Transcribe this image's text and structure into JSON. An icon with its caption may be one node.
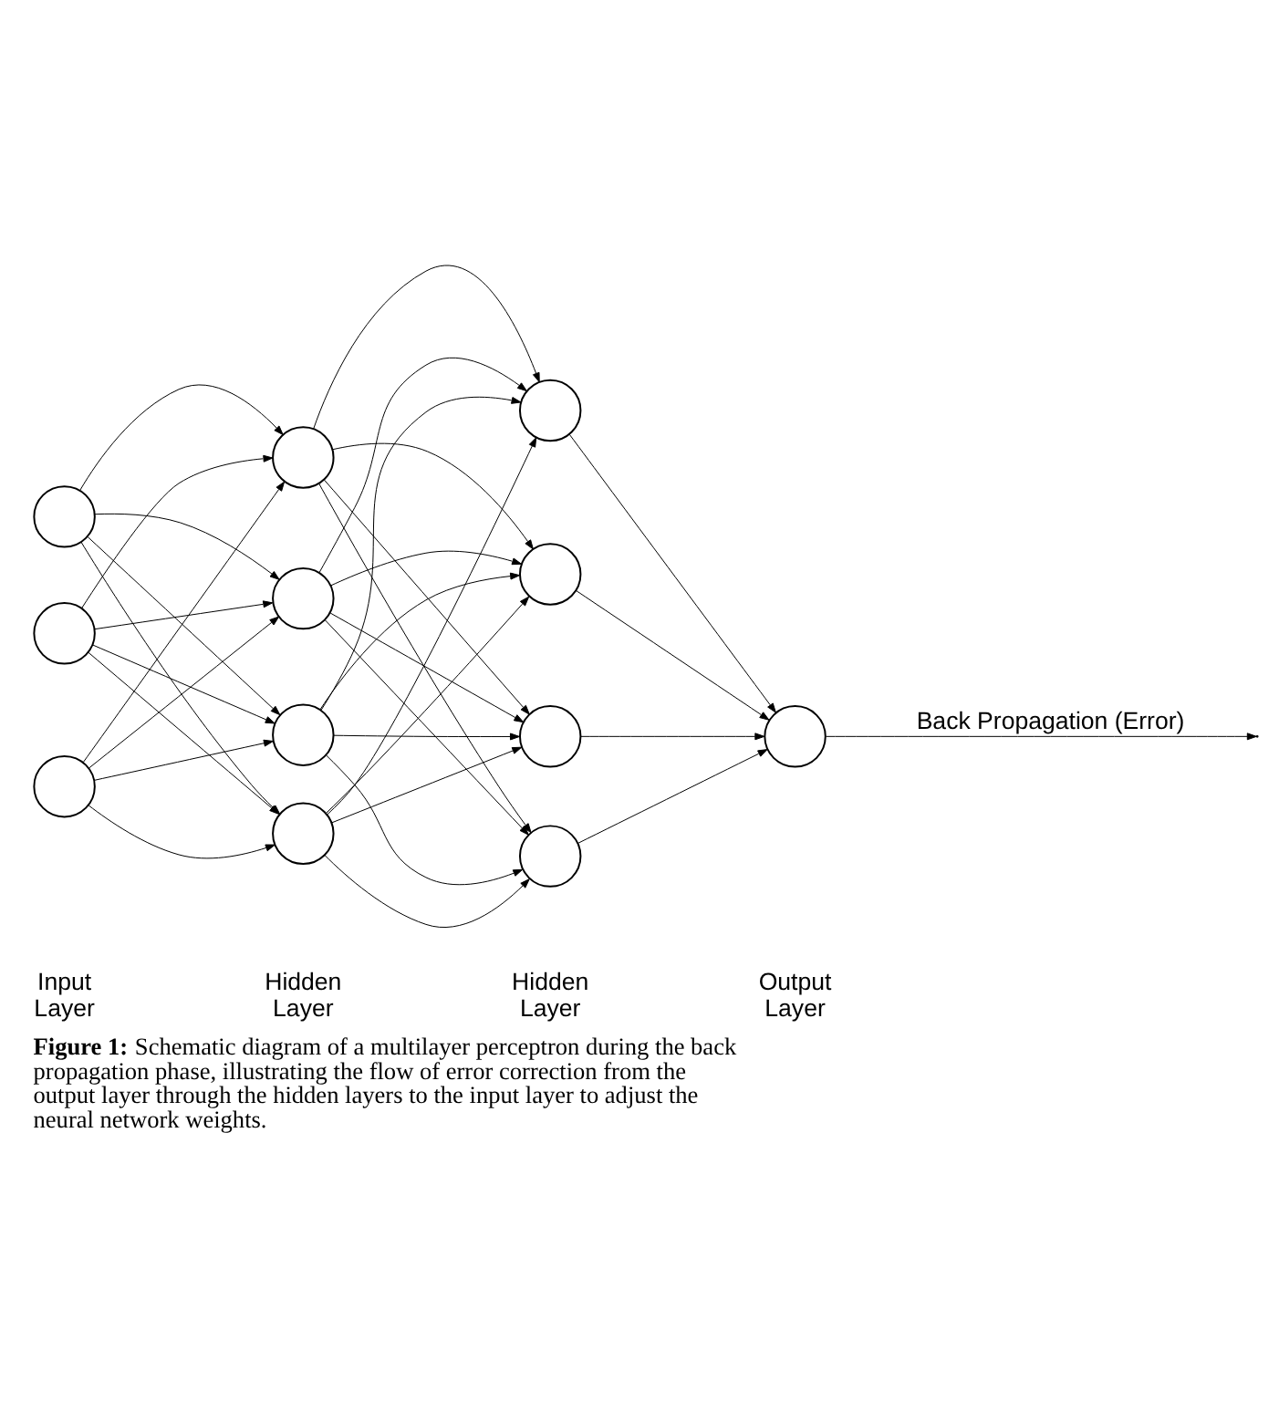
{
  "diagram": {
    "caption": "**Figure 1:** Schematic diagram of a multilayer perceptron during the back propagation phase, illustrating the flow of error correction from the output layer through the hidden layers to the input layer to adjust the neural network weights.",
    "nodes": [
      {
        "text": [],
        "shape": "circle"
      },
      {
        "text": [],
        "shape": "circle"
      },
      {
        "text": [],
        "shape": "circle"
      },
      {
        "text": [],
        "shape": "circle"
      },
      {
        "text": [],
        "shape": "circle"
      },
      {
        "text": [],
        "shape": "circle"
      },
      {
        "text": [],
        "shape": "circle"
      },
      {
        "text": [],
        "shape": "circle"
      },
      {
        "text": [],
        "shape": "circle"
      },
      {
        "text": [],
        "shape": "circle"
      },
      {
        "text": [],
        "shape": "circle"
      },
      {
        "text": [],
        "shape": "circle"
      }
    ],
    "edges": [
      {
        "from": 0,
        "to": 3,
        "arrow": "to"
      },
      {
        "from": 0,
        "to": 4,
        "arrow": "to"
      },
      {
        "from": 0,
        "to": 5,
        "arrow": "to"
      },
      {
        "from": 0,
        "to": 6,
        "arrow": "to"
      },
      {
        "from": 1,
        "to": 3,
        "arrow": "to"
      },
      {
        "from": 1,
        "to": 4,
        "arrow": "to"
      },
      {
        "from": 1,
        "to": 5,
        "arrow": "to"
      },
      {
        "from": 1,
        "to": 6,
        "arrow": "to"
      },
      {
        "from": 2,
        "to": 3,
        "arrow": "to"
      },
      {
        "from": 2,
        "to": 4,
        "arrow": "to"
      },
      {
        "from": 2,
        "to": 5,
        "arrow": "to"
      },
      {
        "from": 2,
        "to": 6,
        "arrow": "to"
      },
      {
        "from": 3,
        "to": 7,
        "arrow": "to"
      },
      {
        "from": 3,
        "to": 8,
        "arrow": "to"
      },
      {
        "from": 3,
        "to": 9,
        "arrow": "to"
      },
      {
        "from": 3,
        "to": 10,
        "arrow": "to"
      },
      {
        "from": 4,
        "to": 7,
        "arrow": "to"
      },
      {
        "from": 4,
        "to": 8,
        "arrow": "to"
      },
      {
        "from": 4,
        "to": 9,
        "arrow": "to"
      },
      {
        "from": 4,
        "to": 10,
        "arrow": "to"
      },
      {
        "from": 5,
        "to": 7,
        "arrow": "to"
      },
      {
        "from": 5,
        "to": 8,
        "arrow": "to"
      },
      {
        "from": 5,
        "to": 9,
        "arrow": "to"
      },
      {
        "from": 5,
        "to": 10,
        "arrow": "to"
      },
      {
        "from": 6,
        "to": 7,
        "arrow": "to"
      },
      {
        "from": 6,
        "to": 8,
        "arrow": "to"
      },
      {
        "from": 6,
        "to": 9,
        "arrow": "to"
      },
      {
        "from": 6,
        "to": 10,
        "arrow": "to"
      },
      {
        "from": 7,
        "to": 11,
        "arrow": "to"
      },
      {
        "from": 8,
        "to": 11,
        "arrow": "to"
      },
      {
        "from": 9,
        "to": 11,
        "arrow": "to"
      },
      {
        "from": 10,
        "to": 11,
        "arrow": "to"
      },
      {
        "from": 11,
        "to": null,
        "arrow": "to",
        "label": "Back Propagation (Error)"
      }
    ],
    "labels": [
      "Input Layer",
      "Hidden Layer",
      "Hidden Layer",
      "Output Layer"
    ]
  }
}
